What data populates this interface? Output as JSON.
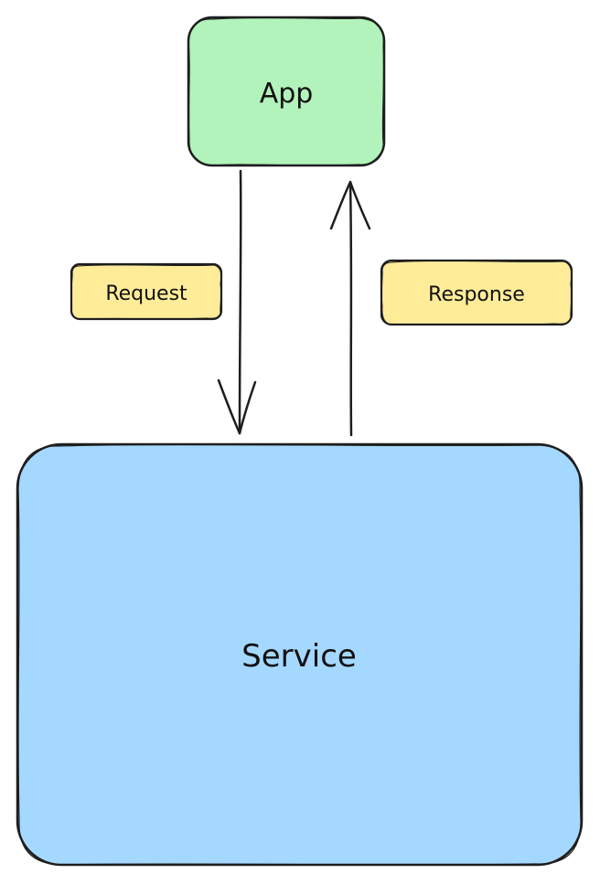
{
  "nodes": {
    "app": {
      "label": "App",
      "fill": "#b2f2bb"
    },
    "service": {
      "label": "Service",
      "fill": "#a5d8ff"
    }
  },
  "edges": {
    "request": {
      "label": "Request",
      "fill": "#ffec99",
      "from": "app",
      "to": "service"
    },
    "response": {
      "label": "Response",
      "fill": "#ffec99",
      "from": "service",
      "to": "app"
    }
  },
  "stroke_color": "#1e1e1e"
}
